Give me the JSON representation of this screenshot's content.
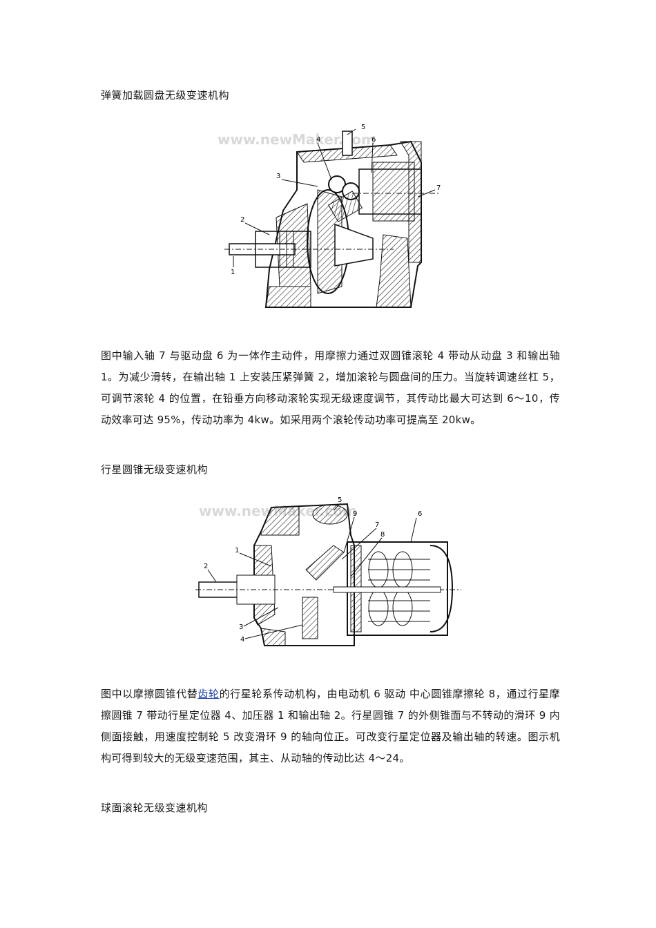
{
  "sections": [
    {
      "heading": "弹簧加载圆盘无级变速机构",
      "figure": {
        "watermark": "www.newMaker.com",
        "labels": [
          "1",
          "2",
          "3",
          "4",
          "5",
          "6",
          "7"
        ]
      },
      "paragraph": "图中输入轴 7 与驱动盘 6 为一体作主动件，用摩擦力通过双圆锥滚轮 4 带动从动盘 3 和输出轴 1。为减少滑转，在输出轴 1 上安装压紧弹簧 2，增加滚轮与圆盘间的压力。当旋转调速丝杠 5，可调节滚轮 4 的位置，在铅垂方向移动滚轮实现无级速度调节，其传动比最大可达到 6～10，传动效率可达 95%，传动功率为 4kw。如采用两个滚轮传动功率可提高至 20kw。"
    },
    {
      "heading": "行星圆锥无级变速机构",
      "figure": {
        "watermark": "www.newMaker.com",
        "labels": [
          "1",
          "2",
          "3",
          "4",
          "5",
          "6",
          "7",
          "8",
          "9"
        ]
      },
      "paragraph_before_link": "图中以摩擦圆锥代替",
      "link_text": "齿轮",
      "paragraph_after_link": "的行星轮系传动机构，由电动机 6 驱动 中心圆锥摩擦轮 8，通过行星摩擦圆锥 7 带动行星定位器 4、加压器 1 和输出轴 2。行星圆锥 7 的外侧锥面与不转动的滑环 9 内侧面接触，用速度控制轮 5 改变滑环 9 的轴向位正。可改变行星定位器及输出轴的转速。图示机构可得到较大的无级变速范围，其主、从动轴的传动比达 4～24。"
    },
    {
      "heading": "球面滚轮无级变速机构"
    }
  ]
}
